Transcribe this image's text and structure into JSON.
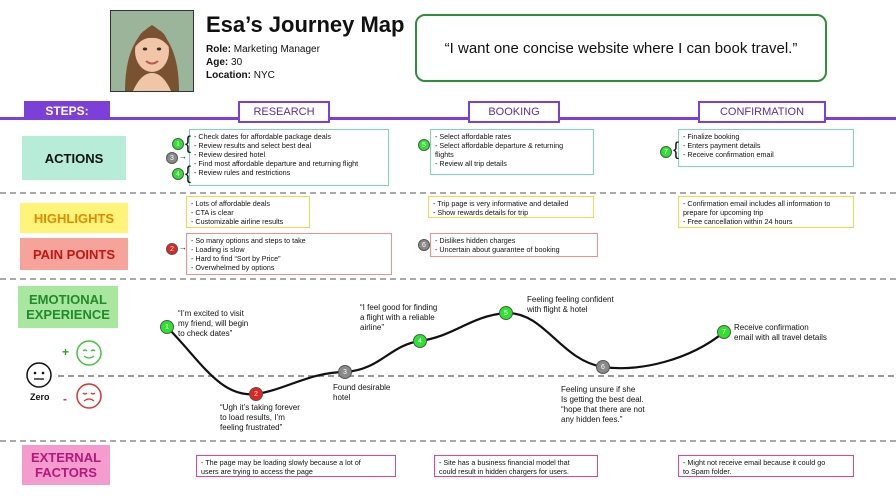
{
  "persona": {
    "title": "Esa’s Journey Map",
    "role_label": "Role:",
    "role": "Marketing Manager",
    "age_label": "Age:",
    "age": "30",
    "location_label": "Location:",
    "location": "NYC",
    "quote": "“I want one concise website where I can book travel.”"
  },
  "steps_label": "STEPS:",
  "phases": [
    "RESEARCH",
    "BOOKING",
    "CONFIRMATION"
  ],
  "rows": {
    "actions": "ACTIONS",
    "highlights": "HIGHLIGHTS",
    "pain_points": "PAIN POINTS",
    "emotional_1": "EMOTIONAL",
    "emotional_2": "EXPERIENCE",
    "external_1": "EXTERNAL",
    "external_2": "FACTORS"
  },
  "actions": {
    "research": [
      "- Check dates for affordable package deals",
      "- Review results and select best deal",
      "- Review desired hotel",
      "- Find most affordable departure and returning flight",
      "- Review rules and restrictions"
    ],
    "booking": [
      "- Select affordable rates",
      "- Select affordable departure & returning",
      "  flights",
      "- Review all trip details"
    ],
    "confirmation": [
      "- Finalize booking",
      "- Enters payment details",
      "- Receive confirmation email"
    ]
  },
  "highlights": {
    "research": [
      "- Lots of affordable deals",
      "- CTA is clear",
      "- Customizable airline results"
    ],
    "booking": [
      "- Trip page is very informative and detailed",
      "- Show rewards details for trip"
    ],
    "confirmation": [
      "- Confirmation email includes all information to",
      "  prepare for upcoming trip",
      "- Free cancellation within 24 hours"
    ]
  },
  "pain_points": {
    "research": [
      "- So many options and steps to take",
      "- Loading is slow",
      "- Hard to find “Sort by Price”",
      "- Overwhelmed by options"
    ],
    "booking": [
      "- Dislikes hidden charges",
      "- Uncertain about guarantee of booking"
    ]
  },
  "emotions": {
    "positive_sign": "+",
    "negative_sign": "-",
    "zero_label": "Zero",
    "points": [
      {
        "n": "1",
        "text": [
          "“I’m excited to visit",
          "my friend, will begin",
          "to check dates”"
        ],
        "color": "#2ee32e"
      },
      {
        "n": "2",
        "text": [
          "“Ugh it’s taking forever",
          "to load results, I’m",
          "feeling frustrated”"
        ],
        "color": "#e5231f"
      },
      {
        "n": "3",
        "text": [
          "Found desirable",
          "hotel"
        ],
        "color": "#8a8a8a"
      },
      {
        "n": "4",
        "text": [
          "“I feel good for finding",
          "a flight with a reliable",
          "airline”"
        ],
        "color": "#2ee32e"
      },
      {
        "n": "5",
        "text": [
          "Feeling feeling confident",
          "with flight & hotel"
        ],
        "color": "#2ee32e"
      },
      {
        "n": "6",
        "text": [
          "Feeling unsure if she",
          "Is getting the best deal.",
          "“hope that there are not",
          "any hidden fees.”"
        ],
        "color": "#8a8a8a"
      },
      {
        "n": "7",
        "text": [
          "Receive confirmation",
          "email with all travel details"
        ],
        "color": "#2ee32e"
      }
    ]
  },
  "external": {
    "research": [
      "- The page may be loading slowly because a lot of",
      "  users are trying to access the page"
    ],
    "booking": [
      "- Site has a business financial model that",
      "  could result in hidden chargers for users."
    ],
    "confirmation": [
      "- Might not receive email because it could go",
      "  to Spam folder."
    ]
  },
  "colors": {
    "purple": "#7c3fd8",
    "actions_bg": "#b7ecd8",
    "highlights_bg": "#fff47a",
    "pain_bg": "#f6a39c",
    "emotional_bg": "#a9e7a0",
    "external_bg": "#f59ccf",
    "green": "#2ee32e",
    "red": "#e5231f",
    "gray": "#8a8a8a"
  }
}
